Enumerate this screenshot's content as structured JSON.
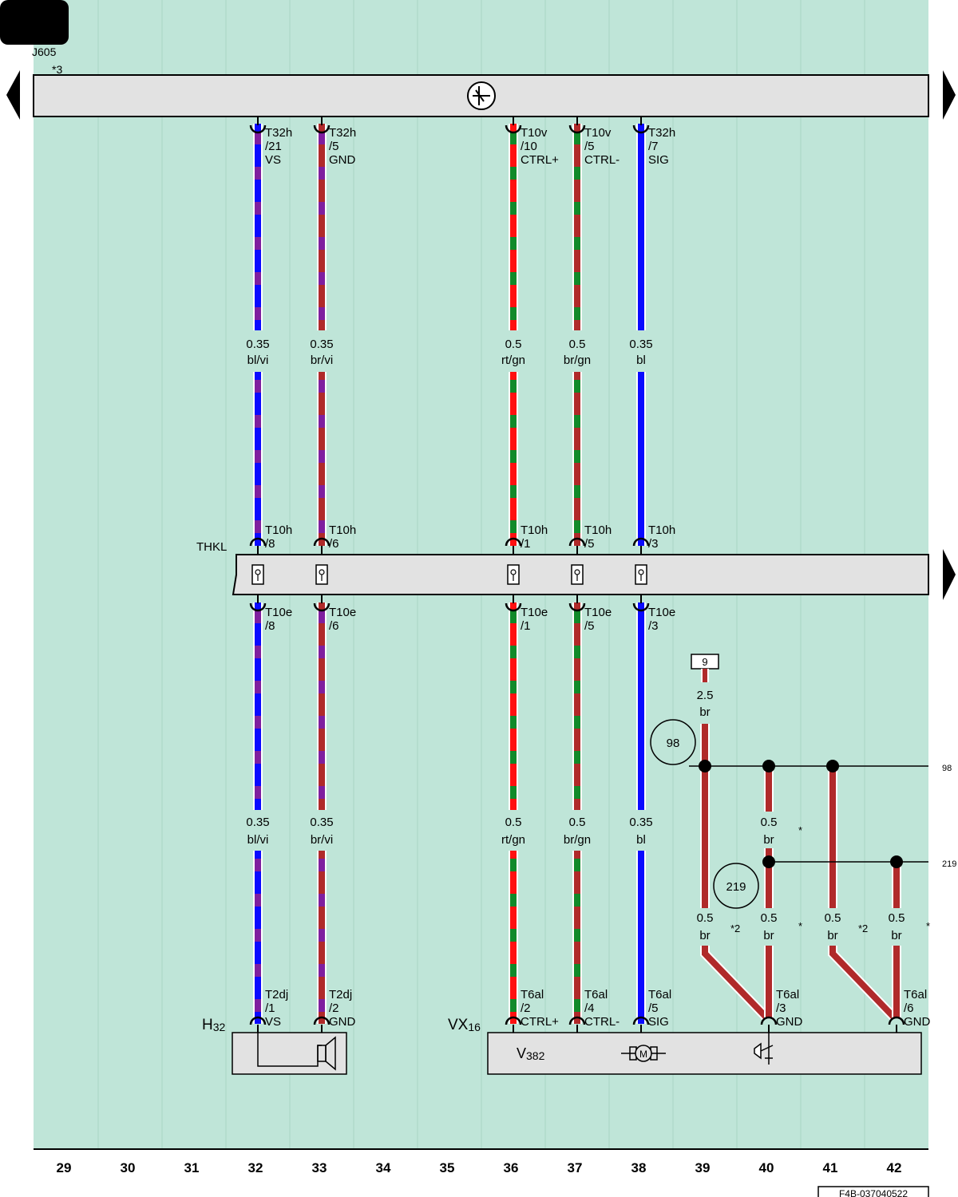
{
  "page_tab": "",
  "header": {
    "unit_ref": "J605",
    "footnote": "*3"
  },
  "colors": {
    "background": "#bfe5d8",
    "band": "#e2e2e2",
    "bl": "#0a0aff",
    "vi": "#7f1f9f",
    "br": "#b02a2a",
    "rt": "#ff1010",
    "gn": "#118a2a"
  },
  "top_symbol": "crossed-connector-icon",
  "connector_band": {
    "label": "THKL"
  },
  "wires": [
    {
      "col": "32",
      "top": {
        "pin": "T32h",
        "num": "/21",
        "sig": "VS"
      },
      "s1": {
        "size": "0.35",
        "color": "bl/vi"
      },
      "up": {
        "pin": "T10h",
        "num": "/8"
      },
      "dn": {
        "pin": "T10e",
        "num": "/8"
      },
      "s2": {
        "size": "0.35",
        "color": "bl/vi"
      },
      "bot": {
        "pin": "T2dj",
        "num": "/1",
        "sig": "VS"
      }
    },
    {
      "col": "33",
      "top": {
        "pin": "T32h",
        "num": "/5",
        "sig": "GND"
      },
      "s1": {
        "size": "0.35",
        "color": "br/vi"
      },
      "up": {
        "pin": "T10h",
        "num": "/6"
      },
      "dn": {
        "pin": "T10e",
        "num": "/6"
      },
      "s2": {
        "size": "0.35",
        "color": "br/vi"
      },
      "bot": {
        "pin": "T2dj",
        "num": "/2",
        "sig": "GND"
      }
    },
    {
      "col": "36",
      "top": {
        "pin": "T10v",
        "num": "/10",
        "sig": "CTRL+"
      },
      "s1": {
        "size": "0.5",
        "color": "rt/gn"
      },
      "up": {
        "pin": "T10h",
        "num": "/1"
      },
      "dn": {
        "pin": "T10e",
        "num": "/1"
      },
      "s2": {
        "size": "0.5",
        "color": "rt/gn"
      },
      "bot": {
        "pin": "T6al",
        "num": "/2",
        "sig": "CTRL+"
      }
    },
    {
      "col": "37",
      "top": {
        "pin": "T10v",
        "num": "/5",
        "sig": "CTRL-"
      },
      "s1": {
        "size": "0.5",
        "color": "br/gn"
      },
      "up": {
        "pin": "T10h",
        "num": "/5"
      },
      "dn": {
        "pin": "T10e",
        "num": "/5"
      },
      "s2": {
        "size": "0.5",
        "color": "br/gn"
      },
      "bot": {
        "pin": "T6al",
        "num": "/4",
        "sig": "CTRL-"
      }
    },
    {
      "col": "38",
      "top": {
        "pin": "T32h",
        "num": "/7",
        "sig": "SIG"
      },
      "s1": {
        "size": "0.35",
        "color": "bl"
      },
      "up": {
        "pin": "T10h",
        "num": "/3"
      },
      "dn": {
        "pin": "T10e",
        "num": "/3"
      },
      "s2": {
        "size": "0.35",
        "color": "bl"
      },
      "bot": {
        "pin": "T6al",
        "num": "/5",
        "sig": "SIG"
      }
    }
  ],
  "ground": {
    "fuse": "9",
    "main": {
      "size": "2.5",
      "color": "br"
    },
    "ref_98": "98",
    "ref_219": "219",
    "bus_98_label": "98",
    "bus_219_label": "219",
    "w40_upper": {
      "size": "0.5",
      "color": "br"
    },
    "w39": {
      "size": "0.5",
      "color": "br"
    },
    "w40": {
      "size": "0.5",
      "color": "br"
    },
    "w41": {
      "size": "0.5",
      "color": "br"
    },
    "w42": {
      "size": "0.5",
      "color": "br"
    },
    "note_star2": "*2",
    "note_star": "*",
    "pin40": {
      "pin": "T6al",
      "num": "/3",
      "sig": "GND"
    },
    "pin42": {
      "pin": "T6al",
      "num": "/6",
      "sig": "GND"
    }
  },
  "components": {
    "h32": {
      "name": "H",
      "sub": "32",
      "icon": "speaker-icon"
    },
    "vx16": {
      "name": "VX",
      "sub": "16",
      "inner_name": "V",
      "inner_sub": "382",
      "motor_icon": "motor-icon",
      "motor_label": "M",
      "sensor_icon": "sensor-icon"
    }
  },
  "columns": [
    "29",
    "30",
    "31",
    "32",
    "33",
    "34",
    "35",
    "36",
    "37",
    "38",
    "39",
    "40",
    "41",
    "42"
  ],
  "doc_id": "F4B-037040522"
}
